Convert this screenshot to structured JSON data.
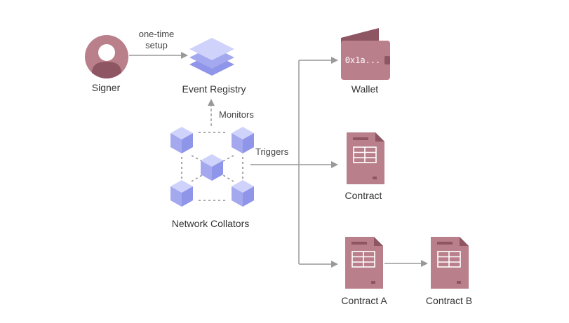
{
  "nodes": {
    "signer": {
      "label": "Signer"
    },
    "event_registry": {
      "label": "Event Registry"
    },
    "network_collators": {
      "label": "Network Collators"
    },
    "wallet": {
      "label": "Wallet",
      "address": "0x1a..."
    },
    "contract": {
      "label": "Contract"
    },
    "contract_a": {
      "label": "Contract A"
    },
    "contract_b": {
      "label": "Contract B"
    }
  },
  "edges": {
    "setup": {
      "line1": "one-time",
      "line2": "setup"
    },
    "monitors": {
      "label": "Monitors"
    },
    "triggers": {
      "label": "Triggers"
    }
  },
  "colors": {
    "mauve": "#b97f8a",
    "mauve_dark": "#8e5563",
    "periwinkle": "#a3a8ef",
    "periwinkle_light": "#cfd2fa",
    "arrow": "#999999"
  }
}
